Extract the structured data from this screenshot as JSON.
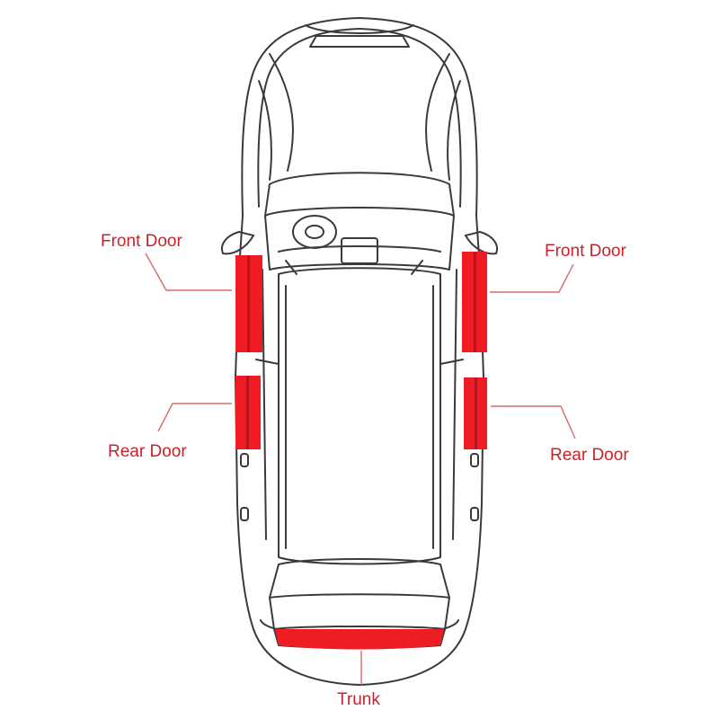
{
  "labels": {
    "front_left": "Front Door",
    "front_right": "Front Door",
    "rear_left": "Rear Door",
    "rear_right": "Rear Door",
    "trunk": "Trunk"
  },
  "colors": {
    "strip": "#ef1c24",
    "strip_dark": "#b8141b",
    "label": "#c8232b",
    "leader": "#d96a6e",
    "outline": "#3a3a3a"
  },
  "icons": {
    "car": "car-top-view-outline",
    "brand_logo": "four-rings-logo"
  }
}
